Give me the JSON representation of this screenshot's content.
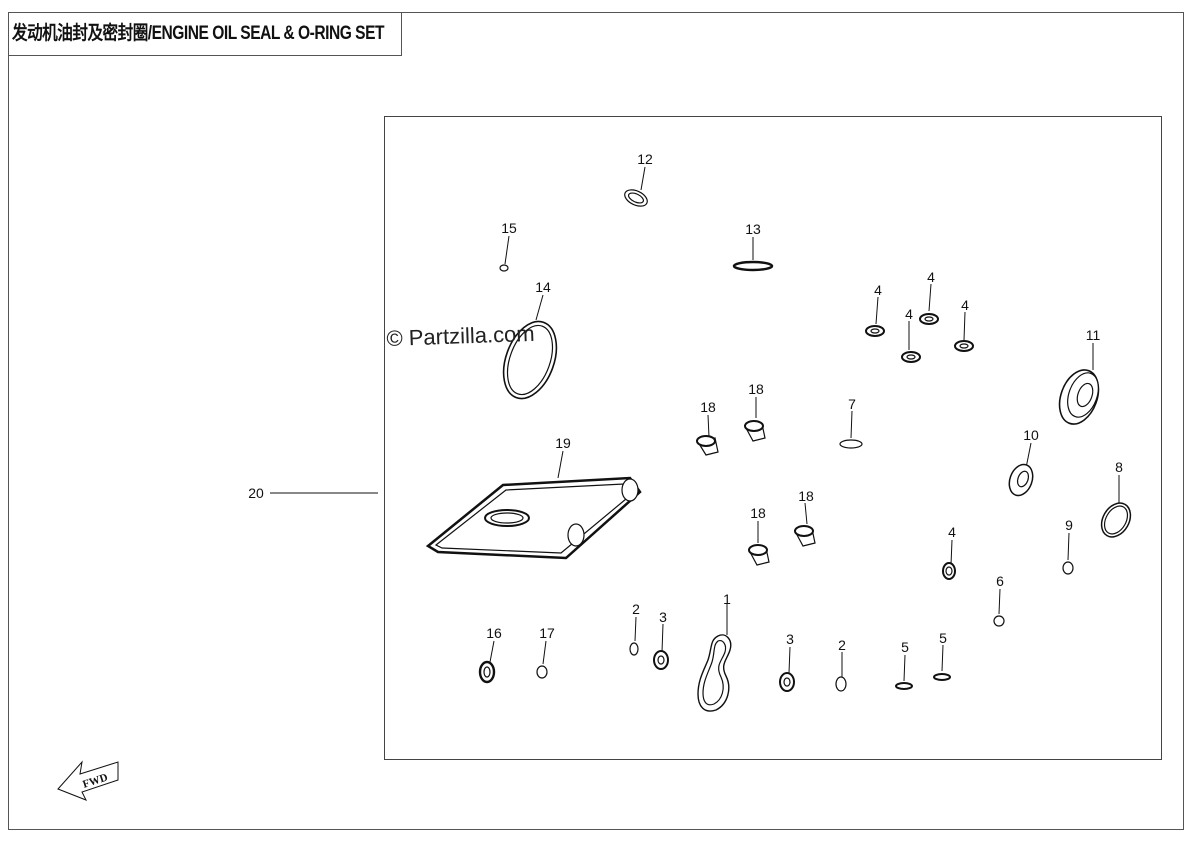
{
  "title": "发动机油封及密封圈/ENGINE OIL SEAL & O-RING SET",
  "watermark": "© Partzilla.com",
  "fwd_label": "FWD",
  "callouts": {
    "c1": "1",
    "c2a": "2",
    "c2b": "2",
    "c3a": "3",
    "c3b": "3",
    "c4a": "4",
    "c4b": "4",
    "c4c": "4",
    "c4d": "4",
    "c4e": "4",
    "c5a": "5",
    "c5b": "5",
    "c6": "6",
    "c7": "7",
    "c8": "8",
    "c9": "9",
    "c10": "10",
    "c11": "11",
    "c12": "12",
    "c13": "13",
    "c14": "14",
    "c15": "15",
    "c16": "16",
    "c17": "17",
    "c18a": "18",
    "c18b": "18",
    "c18c": "18",
    "c18d": "18",
    "c19": "19",
    "c20": "20"
  }
}
